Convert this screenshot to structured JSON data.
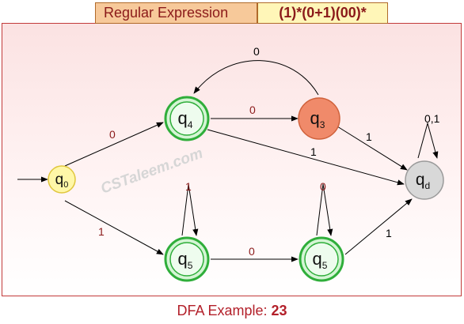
{
  "header": {
    "label": "Regular Expression",
    "expression": "(1)*(0+1)(00)*"
  },
  "watermark": "CSTaleem.com",
  "caption": {
    "prefix": "DFA Example: ",
    "number": "23"
  },
  "states": [
    {
      "id": "q0",
      "base": "q",
      "sub": "0",
      "type": "start",
      "fill": "#fff7a8",
      "stroke": "#e0c63c"
    },
    {
      "id": "q4",
      "base": "q",
      "sub": "4",
      "type": "accept",
      "fill": "#e8fbe8",
      "stroke": "#2fae3a"
    },
    {
      "id": "q3",
      "base": "q",
      "sub": "3",
      "type": "normal",
      "fill": "#f08a6a",
      "stroke": "#d0623c"
    },
    {
      "id": "qd",
      "base": "q",
      "sub": "d",
      "type": "dead",
      "fill": "#d8d8d8",
      "stroke": "#9a9a9a"
    },
    {
      "id": "q5a",
      "base": "q",
      "sub": "5",
      "type": "accept",
      "fill": "#e8fbe8",
      "stroke": "#2fae3a"
    },
    {
      "id": "q5b",
      "base": "q",
      "sub": "5",
      "type": "accept",
      "fill": "#e8fbe8",
      "stroke": "#2fae3a"
    }
  ],
  "transitions": [
    {
      "from": "q0",
      "to": "q4",
      "label": "0"
    },
    {
      "from": "q0",
      "to": "q5a",
      "label": "1"
    },
    {
      "from": "q4",
      "to": "q3",
      "label": "0"
    },
    {
      "from": "q3",
      "to": "q4",
      "label": "0"
    },
    {
      "from": "q4",
      "to": "qd",
      "label": "1"
    },
    {
      "from": "q3",
      "to": "qd",
      "label": "1"
    },
    {
      "from": "q5a",
      "to": "q5a",
      "label": "1"
    },
    {
      "from": "q5a",
      "to": "q5b",
      "label": "0"
    },
    {
      "from": "q5b",
      "to": "q5b",
      "label": "0"
    },
    {
      "from": "q5b",
      "to": "qd",
      "label": "1"
    },
    {
      "from": "qd",
      "to": "qd",
      "label": "0,1"
    }
  ],
  "colors": {
    "edge_label": "#8b1a1a",
    "edge": "#000000",
    "caption": "#b3202a"
  }
}
